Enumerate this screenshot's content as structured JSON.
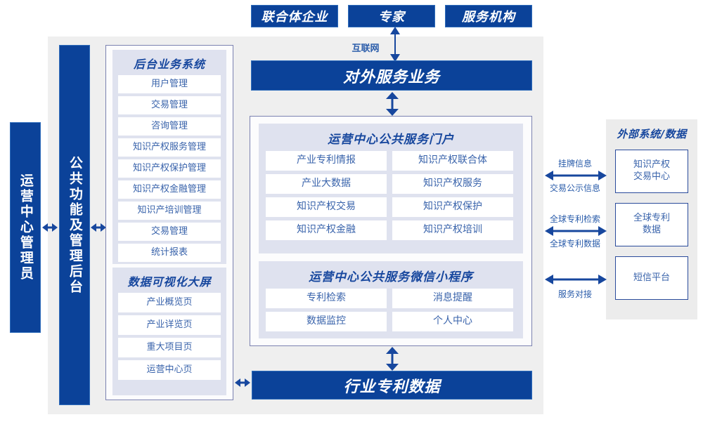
{
  "top_actors": [
    {
      "label": "联合体企业"
    },
    {
      "label": "专家"
    },
    {
      "label": "服务机构"
    }
  ],
  "internet_label": "互联网",
  "external_service_bar": "对外服务业务",
  "bottom_bar": "行业专利数据",
  "left_roles": [
    {
      "label": "运营中心管理员"
    },
    {
      "label": "公共功能及管理后台"
    }
  ],
  "backend_panel": {
    "title": "后台业务系统",
    "items": [
      "用户管理",
      "交易管理",
      "咨询管理",
      "知识产权服务管理",
      "知识产权保护管理",
      "知识产权金融管理",
      "知识产培训管理",
      "交易管理",
      "统计报表"
    ]
  },
  "dataviz_panel": {
    "title": "数据可视化大屏",
    "items": [
      "产业概览页",
      "产业详览页",
      "重大项目页",
      "运营中心页"
    ]
  },
  "portal_panel": {
    "title": "运营中心公共服务门户",
    "items": [
      "产业专利情报",
      "知识产权联合体",
      "产业大数据",
      "知识产权服务",
      "知识产权交易",
      "知识产权保护",
      "知识产权金融",
      "知识产权培训"
    ]
  },
  "miniapp_panel": {
    "title": "运营中心公共服务微信小程序",
    "items": [
      "专利检索",
      "消息提醒",
      "数据监控",
      "个人中心"
    ]
  },
  "external_panel": {
    "title": "外部系统/数据",
    "items": [
      {
        "label": "知识产权\n交易中心"
      },
      {
        "label": "全球专利\n数据"
      },
      {
        "label": "短信平台"
      }
    ],
    "connector_labels": [
      {
        "above": "挂牌信息",
        "below": "交易公示信息"
      },
      {
        "above": "全球专利检索",
        "below": "全球专利数据"
      },
      {
        "above": "",
        "below": "服务对接"
      }
    ]
  },
  "colors": {
    "deep_blue": "#0b4299",
    "border_blue": "#2f6dbb",
    "panel_bg": "#dfe2ef",
    "text_blue": "#3963ab",
    "title_blue": "#17479e",
    "gray_bg": "#efefef"
  }
}
